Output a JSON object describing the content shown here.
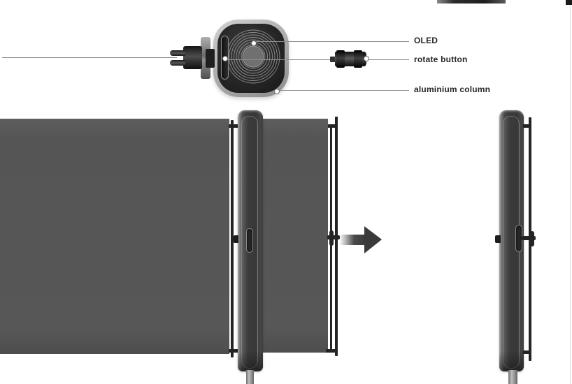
{
  "diagram": {
    "type": "product-design exploded/side-view diagram",
    "callouts": [
      {
        "id": "oled",
        "label": "OLED"
      },
      {
        "id": "rotate-button",
        "label": "rotate button"
      },
      {
        "id": "aluminium-column",
        "label": "aluminium column"
      }
    ],
    "arrow": {
      "direction": "right",
      "meaning": "panel extends outward"
    },
    "icons": [
      {
        "name": "extend-arrow-icon",
        "shape": "right-pointing solid arrow"
      }
    ],
    "colors": {
      "background": "#ffffff",
      "panel": "#565656",
      "column": "#3c3c3c",
      "rail": "#242424",
      "arrow": "#3a3a3a",
      "leader_line": "#8f8f8f",
      "label_text": "#262626",
      "column_head_rim": "#b2b2b2",
      "column_head_face": "#242424"
    }
  }
}
